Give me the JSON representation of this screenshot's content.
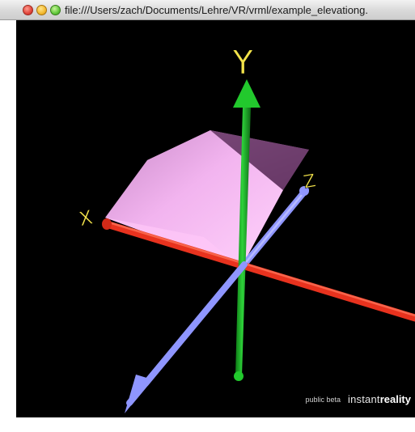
{
  "window": {
    "title": "file:///Users/zach/Documents/Lehre/VR/vrml/example_elevationg."
  },
  "scene": {
    "axes": {
      "x_label": "X",
      "y_label": "Y",
      "z_label": "Z"
    },
    "colors": {
      "background": "#000000",
      "x_axis": "#e8321e",
      "y_axis": "#1fb32a",
      "z_axis": "#8f96ff",
      "surface": "#f5a8f3",
      "label": "#f2e24a"
    }
  },
  "branding": {
    "tag": "public beta",
    "name_light": "instant",
    "name_bold": "reality"
  }
}
